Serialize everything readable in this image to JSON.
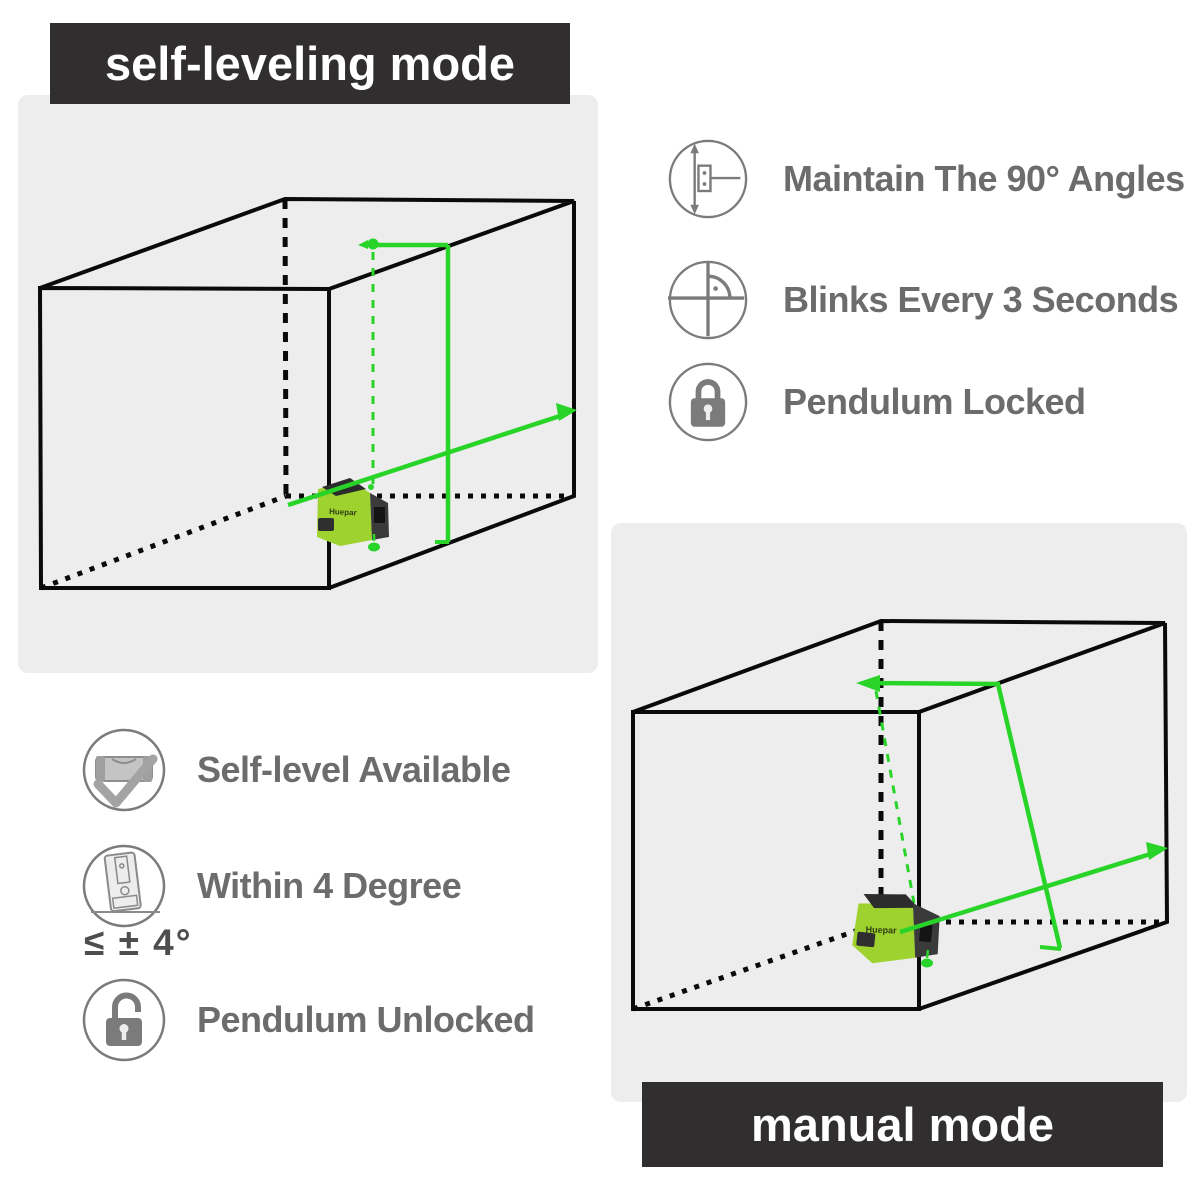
{
  "banners": {
    "self_leveling": "self-leveling mode",
    "manual": "manual mode"
  },
  "right_features": [
    {
      "icon": "right-angle-icon",
      "label": "Maintain The 90° Angles"
    },
    {
      "icon": "blink-crosshair-icon",
      "label": "Blinks Every 3 Seconds"
    },
    {
      "icon": "pendulum-locked-icon",
      "label": "Pendulum Locked"
    }
  ],
  "left_features": [
    {
      "icon": "self-level-icon",
      "label": "Self-level Available"
    },
    {
      "icon": "tilt-4-degree-icon",
      "label": "Within 4 Degree",
      "note": "≤ ± 4°"
    },
    {
      "icon": "pendulum-unlocked-icon",
      "label": "Pendulum Unlocked"
    }
  ],
  "device_label": "Huepar",
  "colors": {
    "laser_green": "#28d428",
    "device_green": "#9ed22f",
    "banner_bg": "#312e2f",
    "panel_bg": "#ededed",
    "icon_gray": "#7b7b7b",
    "label_gray": "#6c6c6c",
    "cube_black": "#0a0a0a"
  }
}
